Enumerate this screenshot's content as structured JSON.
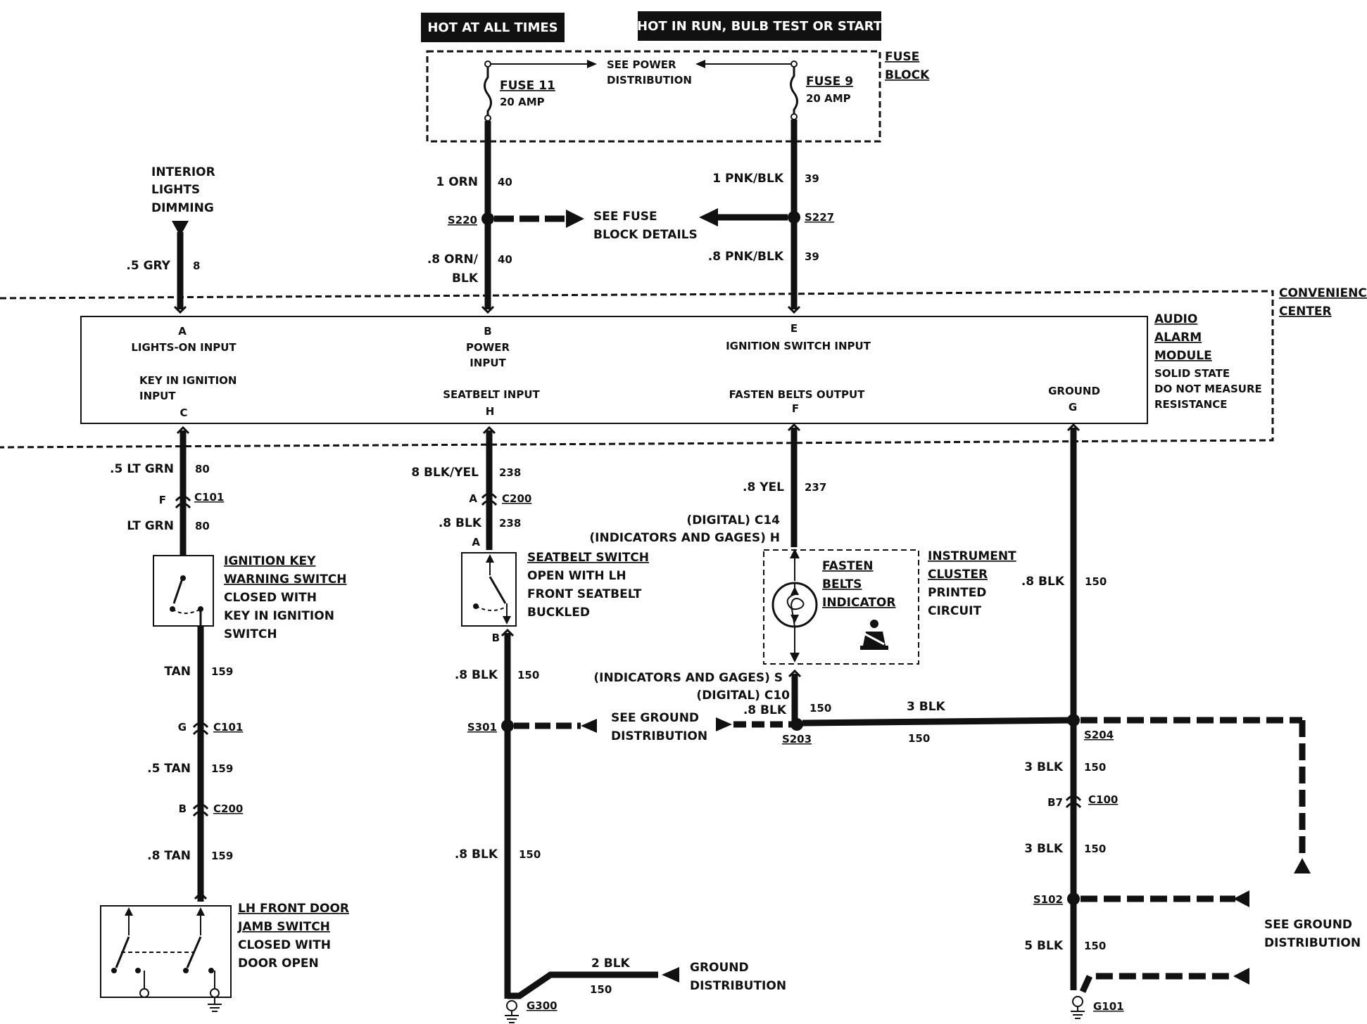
{
  "colors": {
    "ink": "#111111",
    "paper": "#ffffff"
  },
  "header": {
    "hot_always": "HOT AT ALL TIMES",
    "hot_run": "HOT IN RUN, BULB TEST OR START"
  },
  "fuse_block": {
    "title": [
      "FUSE",
      "BLOCK"
    ],
    "see_power": [
      "SEE POWER",
      "DISTRIBUTION"
    ],
    "fuse11": {
      "name": "FUSE 11",
      "rating": "20 AMP"
    },
    "fuse9": {
      "name": "FUSE 9",
      "rating": "20 AMP"
    }
  },
  "interior": [
    "INTERIOR",
    "LIGHTS",
    "DIMMING"
  ],
  "wires": {
    "w_1orn": "1 ORN",
    "n_40a": "40",
    "w_1pnk": "1 PNK/BLK",
    "n_39a": "39",
    "w_8orn1": ".8 ORN/",
    "w_8orn2": "BLK",
    "n_40b": "40",
    "w_8pnk": ".8 PNK/BLK",
    "n_39b": "39",
    "w_5gry": ".5 GRY",
    "n_8": "8",
    "w_5ltgrn": ".5 LT GRN",
    "n_80a": "80",
    "w_ltgrn": "LT GRN",
    "n_80b": "80",
    "w_8blkyel": "8 BLK/YEL",
    "n_238a": "238",
    "w_8blk_a": ".8 BLK",
    "n_238b": "238",
    "w_8yel": ".8 YEL",
    "n_237": "237",
    "w_8blk_g": ".8 BLK",
    "n_150g": "150",
    "w_tan": "TAN",
    "n_159a": "159",
    "w_5tan": ".5 TAN",
    "n_159b": "159",
    "w_8tan": ".8 TAN",
    "n_159c": "159",
    "w_8blk_b": ".8 BLK",
    "n_150b": "150",
    "w_8blk_s": ".8 BLK",
    "n_150s": "150",
    "w_3blk_h": "3 BLK",
    "n_150h": "150",
    "w_3blk_r1": "3 BLK",
    "n_150r1": "150",
    "w_3blk_r2": "3 BLK",
    "n_150r2": "150",
    "w_5blk": "5 BLK",
    "n_150r3": "150",
    "w_8blk_c": ".8 BLK",
    "n_150c": "150",
    "w_2blk": "2 BLK",
    "n_150d": "150"
  },
  "splices": {
    "s220": "S220",
    "s227": "S227",
    "s301": "S301",
    "s203": "S203",
    "s204": "S204",
    "s102": "S102"
  },
  "connectors": {
    "c101_f": "F",
    "c101_a": "C101",
    "c101_g": "G",
    "c101_b": "C101",
    "c200_a": "A",
    "c200_a_name": "C200",
    "c200_b": "B",
    "c200_b_name": "C200",
    "c100_b7": "B7",
    "c100": "C100",
    "digital_c14": "(DIGITAL) C14",
    "ind_h": "(INDICATORS AND GAGES) H",
    "ind_s": "(INDICATORS AND GAGES) S",
    "digital_c10": "(DIGITAL) C10",
    "sb_a": "A",
    "sb_b": "B"
  },
  "grounds": {
    "g300": "G300",
    "g101": "G101"
  },
  "see_fuse": [
    "SEE FUSE",
    "BLOCK DETAILS"
  ],
  "see_ground1": [
    "SEE GROUND",
    "DISTRIBUTION"
  ],
  "see_ground2": [
    "SEE GROUND",
    "DISTRIBUTION"
  ],
  "ground_dist": [
    "GROUND",
    "DISTRIBUTION"
  ],
  "convenience": [
    "CONVENIENCE",
    "CENTER"
  ],
  "module": {
    "title": [
      "AUDIO",
      "ALARM",
      "MODULE"
    ],
    "note": [
      "SOLID STATE",
      "DO NOT MEASURE",
      "RESISTANCE"
    ],
    "pin_a": "A",
    "lights_on": "LIGHTS-ON INPUT",
    "pin_b": "B",
    "power1": "POWER",
    "power2": "INPUT",
    "pin_e": "E",
    "ign_input": "IGNITION SWITCH INPUT",
    "key1": "KEY IN IGNITION",
    "key2": "INPUT",
    "pin_c": "C",
    "seatbelt_in": "SEATBELT INPUT",
    "pin_h": "H",
    "fasten_out": "FASTEN BELTS OUTPUT",
    "pin_f": "F",
    "ground": "GROUND",
    "pin_g": "G"
  },
  "ign_switch": [
    "IGNITION KEY",
    "WARNING SWITCH",
    "CLOSED WITH",
    "KEY IN IGNITION",
    "SWITCH"
  ],
  "seatbelt_switch": [
    "SEATBELT SWITCH",
    "OPEN WITH LH",
    "FRONT SEATBELT",
    "BUCKLED"
  ],
  "fasten_indicator": [
    "FASTEN",
    "BELTS",
    "INDICATOR"
  ],
  "cluster": [
    "INSTRUMENT",
    "CLUSTER",
    "PRINTED",
    "CIRCUIT"
  ],
  "door_switch": [
    "LH FRONT DOOR",
    "JAMB SWITCH",
    "CLOSED WITH",
    "DOOR OPEN"
  ]
}
